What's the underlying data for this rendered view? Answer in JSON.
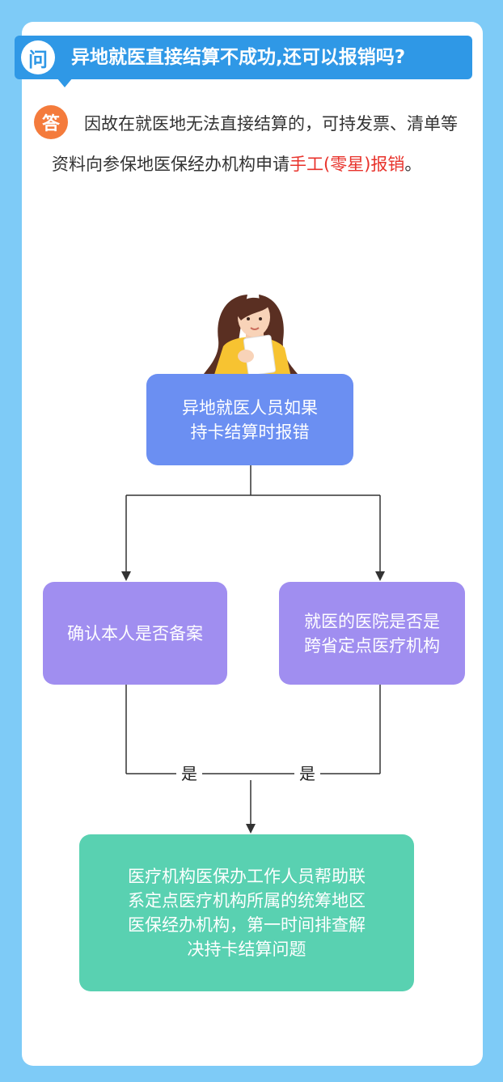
{
  "question": {
    "badge": "问",
    "text": "异地就医直接结算不成功,还可以报销吗?"
  },
  "answer": {
    "badge": "答",
    "text_before": "因故在就医地无法直接结算的，可持发票、清单等资料向参保地医保经办机构申请",
    "highlight": "手工(零星)报销",
    "text_after": "。"
  },
  "flowchart": {
    "start": {
      "line1": "异地就医人员如果",
      "line2": "持卡结算时报错"
    },
    "branch_left": {
      "text": "确认本人是否备案"
    },
    "branch_right": {
      "line1": "就医的医院是否是",
      "line2": "跨省定点医疗机构"
    },
    "yes_left": "是",
    "yes_right": "是",
    "end": {
      "line1": "医疗机构医保办工作人员帮助联",
      "line2": "系定点医疗机构所属的统筹地区",
      "line3": "医保经办机构，第一时间排查解",
      "line4": "决持卡结算问题"
    }
  },
  "colors": {
    "background": "#7ecbf7",
    "question_banner": "#2f98e6",
    "answer_badge": "#f47b3c",
    "highlight": "#e8322b",
    "box_start": "#6b8ff2",
    "box_branch": "#a08ef0",
    "box_end": "#59d1b1"
  },
  "illustration": {
    "icon": "woman-with-clipboard-icon"
  }
}
